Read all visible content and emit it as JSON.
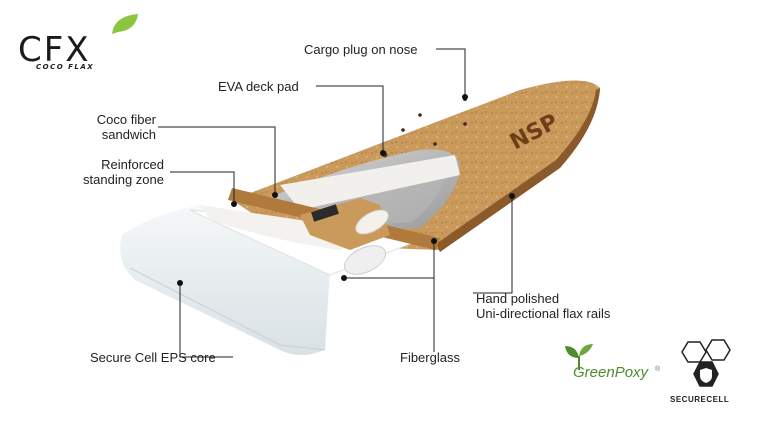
{
  "logo": {
    "brand": "CFX",
    "sub": "COCO FLAX"
  },
  "labels": {
    "cargo_plug": "Cargo plug on nose",
    "eva_deck": "EVA deck pad",
    "coco_fiber_1": "Coco fiber",
    "coco_fiber_2": "sandwich",
    "reinforced_1": "Reinforced",
    "reinforced_2": "standing zone",
    "hand_polished_1": "Hand polished",
    "hand_polished_2": "Uni-directional flax rails",
    "eps_core": "Secure Cell EPS core",
    "fiberglass": "Fiberglass"
  },
  "board_logo": "NSP",
  "badges": {
    "greenpoxy": "GreenPoxy",
    "greenpoxy_mark": "®",
    "securecell": "SECURECELL"
  },
  "colors": {
    "wood": "#c99a5c",
    "wood_dark": "#8a5a2b",
    "core": "#eef3f5",
    "green": "#4f8a2d",
    "leaf": "#8cc63f",
    "text": "#222222"
  }
}
